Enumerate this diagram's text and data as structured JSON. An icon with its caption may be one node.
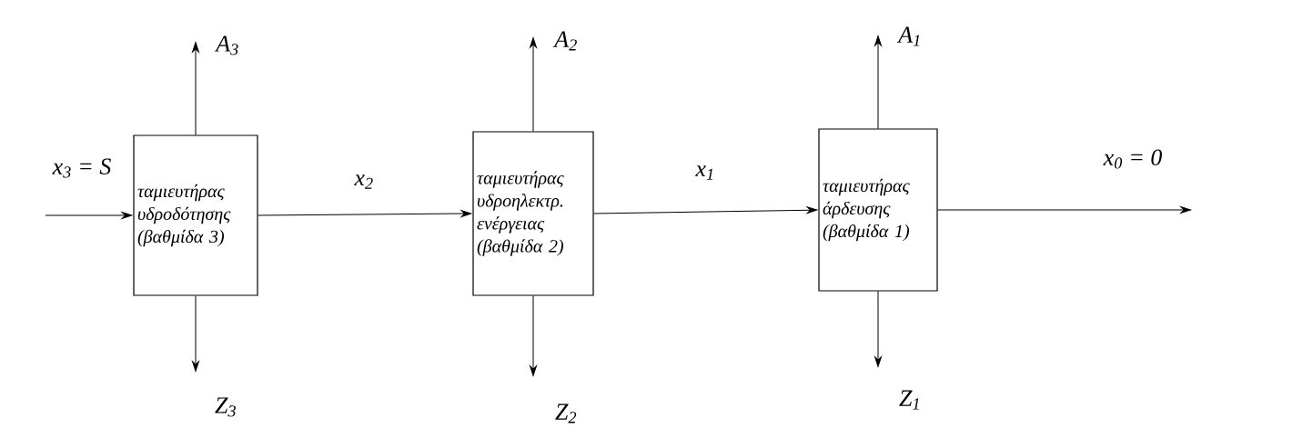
{
  "diagram": {
    "nodes": [
      {
        "text": [
          "ταμιευτήρας υδροδότησης (βαθμίδα 3)"
        ]
      },
      {
        "text": [
          "ταμιευτήρας υδροηλεκτρ. ενέργειας (βαθμίδα 2)"
        ]
      },
      {
        "text": [
          "ταμιευτήρας άρδευσης (βαθμίδα 1)"
        ]
      }
    ],
    "edges": [
      {
        "from": null,
        "to": 0,
        "arrow": "to",
        "label": "x$_{3}$ = S"
      },
      {
        "from": 0,
        "to": 1,
        "arrow": "to",
        "label": "x$_{2}$"
      },
      {
        "from": 1,
        "to": 2,
        "arrow": "to",
        "label": "x$_{1}$"
      },
      {
        "from": 2,
        "to": null,
        "arrow": "to",
        "label": "x$_{0}$ = 0"
      },
      {
        "from": 0,
        "to": null,
        "arrow": "to",
        "label": "A$_{3}$"
      },
      {
        "from": 0,
        "to": null,
        "arrow": "to",
        "label": "Z$_{3}$"
      },
      {
        "from": 1,
        "to": null,
        "arrow": "to",
        "label": "A$_{2}$"
      },
      {
        "from": 1,
        "to": null,
        "arrow": "to",
        "label": "Z$_{2}$"
      },
      {
        "from": 2,
        "to": null,
        "arrow": "to",
        "label": "A$_{1}$"
      },
      {
        "from": 2,
        "to": null,
        "arrow": "to",
        "label": "Z$_{1}$"
      }
    ]
  }
}
